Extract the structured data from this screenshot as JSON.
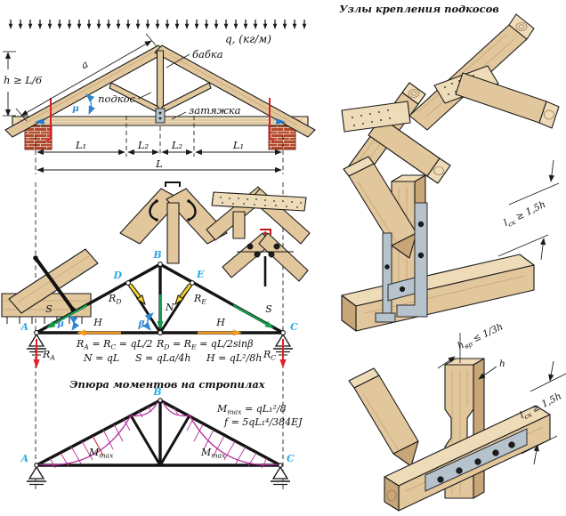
{
  "colors": {
    "wood_light": "#eedbb8",
    "wood_mid": "#e3c79c",
    "wood_dark": "#c9a678",
    "outline": "#1a1a1a",
    "brick": "#b5492e",
    "mortar": "#e9dccb",
    "steel": "#b6c3cc",
    "node_cyan": "#29abe2",
    "angle_blue": "#2e86d1",
    "force_green": "#159a4d",
    "force_orange": "#f59a1e",
    "force_yellow": "#f2d22e",
    "force_red": "#e51e25",
    "moment_magenta": "#b5329b"
  },
  "main_truss": {
    "load_label": "q, (кг/м)",
    "height_label": "h ≥ L/6",
    "rafter_dim_label": "a",
    "angle_label": "μ",
    "labels": {
      "king_post": "бабка",
      "strut": "подкос",
      "tie": "затяжка"
    },
    "dims": {
      "l1": "L₁",
      "l2": "L₂",
      "l": "L"
    }
  },
  "force_diagram": {
    "nodes": {
      "a": "A",
      "b": "B",
      "c": "C",
      "d": "D",
      "e": "E"
    },
    "angles": {
      "mu": "μ",
      "beta": "β"
    },
    "force_labels": {
      "s_left": "S",
      "s_right": "S",
      "h_left": "H",
      "h_right": "H",
      "n": "N",
      "r_d": [
        {
          "t": "R"
        },
        {
          "t": "D",
          "sub": true
        }
      ],
      "r_e": [
        {
          "t": "R"
        },
        {
          "t": "E",
          "sub": true
        }
      ],
      "r_a": [
        {
          "t": "R"
        },
        {
          "t": "A",
          "sub": true
        }
      ],
      "r_c": [
        {
          "t": "R"
        },
        {
          "t": "C",
          "sub": true
        }
      ]
    },
    "formulas": {
      "f1": [
        {
          "t": "R"
        },
        {
          "t": "A",
          "sub": true
        },
        {
          "t": " = R"
        },
        {
          "t": "C",
          "sub": true
        },
        {
          "t": " = qL/2"
        }
      ],
      "f2": [
        {
          "t": "R"
        },
        {
          "t": "D",
          "sub": true
        },
        {
          "t": " = R"
        },
        {
          "t": "E",
          "sub": true
        },
        {
          "t": " = qL/2sinβ"
        }
      ],
      "f3": "N = qL",
      "f4": "S = qLa/4h",
      "f5": "H = qL²/8h"
    }
  },
  "moment_diagram": {
    "title": "Эпюра моментов на стропилах",
    "nodes": {
      "a": "A",
      "b": "B",
      "c": "C"
    },
    "m_label": [
      {
        "t": "M"
      },
      {
        "t": "max",
        "sub": true
      }
    ],
    "formulas": {
      "f1": [
        {
          "t": "M"
        },
        {
          "t": "max",
          "sub": true
        },
        {
          "t": " = qL₁²/8"
        }
      ],
      "f2": "f = 5qL₁⁴/384EJ"
    }
  },
  "right_panel": {
    "title": "Узлы крепления подкосов",
    "dims": {
      "l_sk_mid": [
        {
          "t": "l"
        },
        {
          "t": "ск",
          "sub": true
        },
        {
          "t": " ≥ 1,5h"
        }
      ],
      "h_vr": [
        {
          "t": "h"
        },
        {
          "t": "вр",
          "sub": true
        },
        {
          "t": " ≤ 1/3h"
        }
      ],
      "h": "h",
      "l_sk_bottom": [
        {
          "t": "l"
        },
        {
          "t": "ск",
          "sub": true
        },
        {
          "t": " ≥ 1,5h"
        }
      ]
    }
  }
}
